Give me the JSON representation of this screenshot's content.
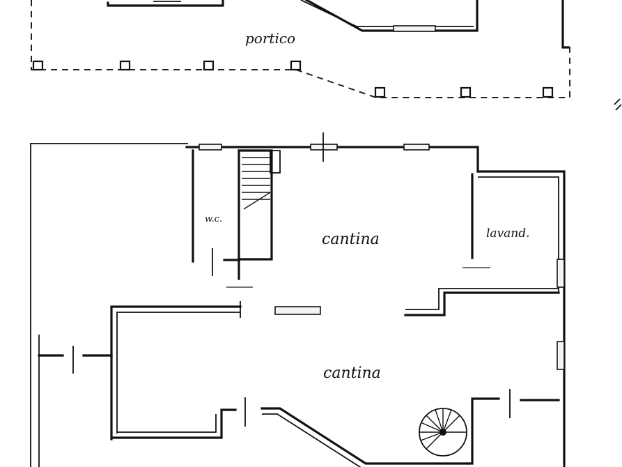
{
  "labels": {
    "portico": "portico",
    "wc": "w.c.",
    "cantina_upper": "cantina",
    "lavand": "lavand.",
    "cantina_lower": "cantina"
  }
}
